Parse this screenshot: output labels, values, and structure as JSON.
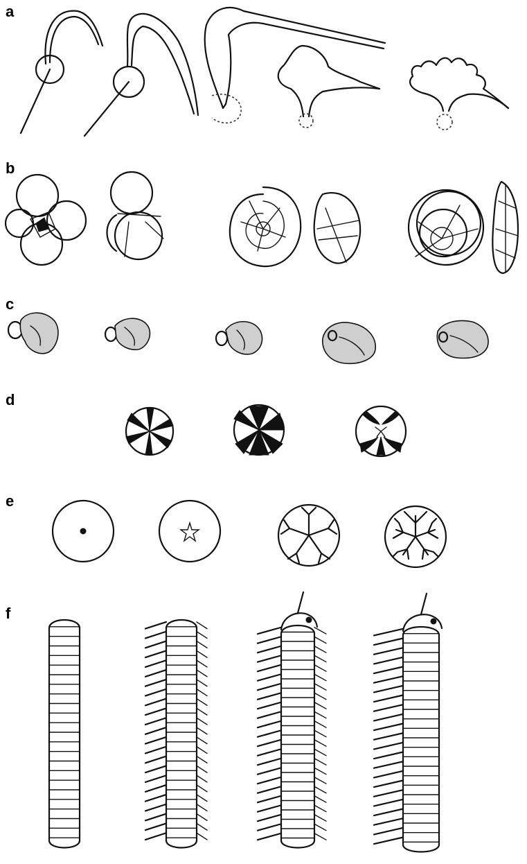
{
  "rows": [
    {
      "label": "a"
    },
    {
      "label": "b"
    },
    {
      "label": "c"
    },
    {
      "label": "d"
    },
    {
      "label": "e"
    },
    {
      "label": "f"
    }
  ]
}
